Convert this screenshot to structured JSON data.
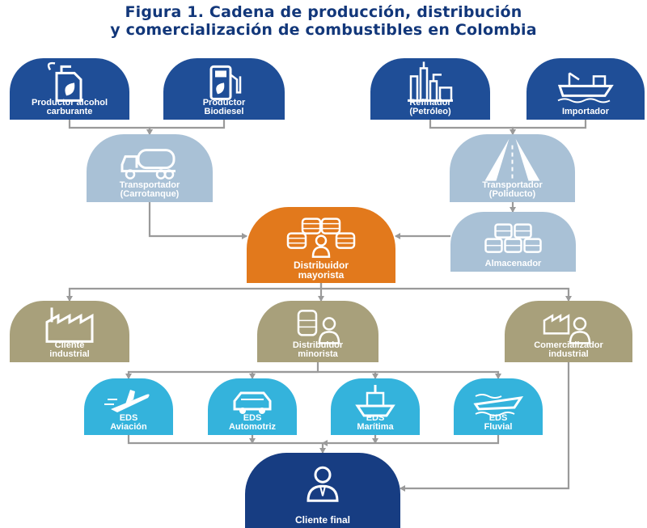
{
  "title": {
    "line1": "Figura 1. Cadena de producción, distribución",
    "line2": "y comercialización de combustibles en Colombia"
  },
  "colors": {
    "navy": "#1f4e97",
    "light_steel": "#a9c1d6",
    "orange": "#e2791c",
    "olive": "#a8a07b",
    "cyan": "#34b3dc",
    "dark_navy": "#173d82",
    "connector": "#9a9a9a"
  },
  "nodes": [
    {
      "id": "productor-alcohol",
      "icon": "fuel-jerrycan-leaf-icon",
      "color": "navy",
      "lines": [
        "Productor alcohol",
        "carburante"
      ]
    },
    {
      "id": "productor-biodiesel",
      "icon": "fuel-pump-leaf-icon",
      "color": "navy",
      "lines": [
        "Productor",
        "Biodiesel"
      ]
    },
    {
      "id": "refinador",
      "icon": "refinery-icon",
      "color": "navy",
      "lines": [
        "Refinador",
        "(Petróleo)"
      ]
    },
    {
      "id": "importador",
      "icon": "cargo-ship-icon",
      "color": "navy",
      "lines": [
        "Importador"
      ]
    },
    {
      "id": "transportador-carrotanque",
      "icon": "tanker-truck-icon",
      "color": "light_steel",
      "lines": [
        "Transportador",
        "(Carrotanque)"
      ]
    },
    {
      "id": "transportador-poliducto",
      "icon": "pipeline-road-icon",
      "color": "light_steel",
      "lines": [
        "Transportador",
        "(Poliducto)"
      ]
    },
    {
      "id": "distribuidor-mayorista",
      "icon": "barrels-person-icon",
      "color": "orange",
      "lines": [
        "Distribuidor",
        "mayorista"
      ]
    },
    {
      "id": "almacenador",
      "icon": "storage-barrels-icon",
      "color": "light_steel",
      "lines": [
        "Almacenador"
      ]
    },
    {
      "id": "cliente-industrial",
      "icon": "factory-icon",
      "color": "olive",
      "lines": [
        "Cliente",
        "industrial"
      ]
    },
    {
      "id": "distribuidor-minorista",
      "icon": "barrel-person-icon",
      "color": "olive",
      "lines": [
        "Distribuidor",
        "minorista"
      ]
    },
    {
      "id": "comercializador-industrial",
      "icon": "factory-person-icon",
      "color": "olive",
      "lines": [
        "Comercializador",
        "industrial"
      ]
    },
    {
      "id": "eds-aviacion",
      "icon": "airplane-icon",
      "color": "cyan",
      "lines": [
        "EDS",
        "Aviación"
      ]
    },
    {
      "id": "eds-automotriz",
      "icon": "car-icon",
      "color": "cyan",
      "lines": [
        "EDS",
        "Automotriz"
      ]
    },
    {
      "id": "eds-maritima",
      "icon": "ship-icon",
      "color": "cyan",
      "lines": [
        "EDS",
        "Marítima"
      ]
    },
    {
      "id": "eds-fluvial",
      "icon": "riverboat-icon",
      "color": "cyan",
      "lines": [
        "EDS",
        "Fluvial"
      ]
    },
    {
      "id": "cliente-final",
      "icon": "person-icon",
      "color": "dark_navy",
      "lines": [
        "Cliente final"
      ]
    }
  ],
  "edges": [
    {
      "from": "productor-alcohol",
      "to": "transportador-carrotanque"
    },
    {
      "from": "productor-biodiesel",
      "to": "transportador-carrotanque"
    },
    {
      "from": "refinador",
      "to": "transportador-poliducto"
    },
    {
      "from": "importador",
      "to": "transportador-poliducto"
    },
    {
      "from": "transportador-carrotanque",
      "to": "distribuidor-mayorista"
    },
    {
      "from": "transportador-poliducto",
      "to": "almacenador"
    },
    {
      "from": "almacenador",
      "to": "distribuidor-mayorista"
    },
    {
      "from": "distribuidor-mayorista",
      "to": "cliente-industrial"
    },
    {
      "from": "distribuidor-mayorista",
      "to": "distribuidor-minorista"
    },
    {
      "from": "distribuidor-mayorista",
      "to": "comercializador-industrial"
    },
    {
      "from": "distribuidor-minorista",
      "to": "eds-aviacion"
    },
    {
      "from": "distribuidor-minorista",
      "to": "eds-automotriz"
    },
    {
      "from": "distribuidor-minorista",
      "to": "eds-maritima"
    },
    {
      "from": "distribuidor-minorista",
      "to": "eds-fluvial"
    },
    {
      "from": "eds-aviacion",
      "to": "cliente-final"
    },
    {
      "from": "eds-automotriz",
      "to": "cliente-final"
    },
    {
      "from": "eds-maritima",
      "to": "cliente-final"
    },
    {
      "from": "eds-fluvial",
      "to": "cliente-final"
    },
    {
      "from": "comercializador-industrial",
      "to": "cliente-final"
    }
  ]
}
